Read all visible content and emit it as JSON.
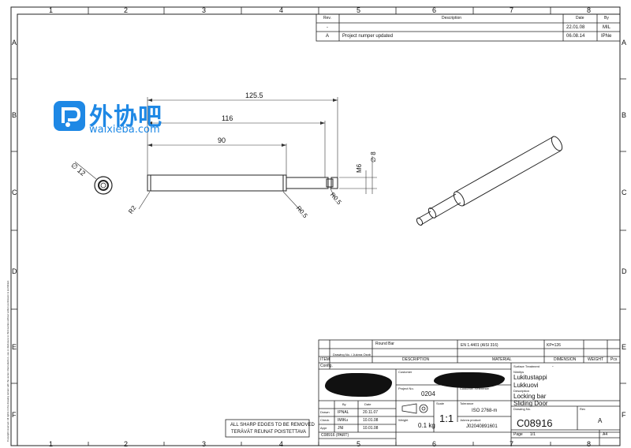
{
  "zones": {
    "cols": [
      "1",
      "2",
      "3",
      "4",
      "5",
      "6",
      "7",
      "8"
    ],
    "rows": [
      "A",
      "B",
      "C",
      "D",
      "E",
      "F"
    ]
  },
  "revisions": {
    "headers": {
      "rev": "Rev.",
      "description": "Description",
      "date": "Date",
      "by": "By"
    },
    "rows": [
      {
        "rev": "-",
        "description": "",
        "date": "22.01.08",
        "by": "MIL"
      },
      {
        "rev": "A",
        "description": "Project numper updated",
        "date": "06.08.14",
        "by": "IPNe"
      }
    ]
  },
  "dimensions": {
    "d1": "125.5",
    "d2": "116",
    "d3": "90",
    "dia": "∅ 12",
    "m6": "M6",
    "tol": "∅ 8",
    "r2": "R2",
    "r05a": "R0.5",
    "r05b": "R0.5"
  },
  "watermark": {
    "title": "外协吧",
    "sub": "waixieba.com"
  },
  "edges_note": {
    "line1": "ALL SHARP EDGES TO BE REMOVED",
    "line2": "TERÄVÄT REUNAT POISTETTAVA"
  },
  "bom": {
    "part_name": "Round Bar",
    "material_spec": "EN 1.4401 (AISI 316)",
    "dimension_code": "KP=126",
    "item_label": "ITEM",
    "drawing_no_label": "Drawing No. / Juknra Osnb",
    "description_label": "DESCRIPTION",
    "material_label": "MATERIAL",
    "dimension_label": "DIMENSION",
    "weight_label": "WEIGHT",
    "pcs_label": "Pcs",
    "config_label": "Config."
  },
  "title_block": {
    "customer_label": "Customer",
    "project_no_label": "Project No.",
    "project_no": "0204",
    "customer_ref_label": "Customer Reference",
    "surface_label": "Surface Treatment",
    "surface_value": "-",
    "name_label": "Nimitys",
    "name_fi_1": "Lukitustappi",
    "name_fi_2": "Lukkuovi",
    "desc_label": "Description",
    "name_en_1": "Locking bar",
    "name_en_2": "Sliding Door",
    "scale_label": "Scale",
    "scale": "1:1",
    "tolerance_label": "Tolerance",
    "tolerance": "ISO 2768-m",
    "weight_label": "Weight",
    "weight": "0.1 kg",
    "drawing_no_label": "Drawing No.",
    "drawing_no": "C08916",
    "rev_label": "Rev",
    "rev": "A",
    "juk_label": "Juknra product",
    "juk_no": "J02040891601",
    "page_label": "Page",
    "page": "1/1",
    "size": "A4",
    "part_ref": "C08916 (PART)",
    "sign_headers": [
      "",
      "By",
      "Date"
    ],
    "sign_rows": [
      {
        "role": "Drawn",
        "by": "IPNAL",
        "date": "20.11.07"
      },
      {
        "role": "Check",
        "by": "IMIKu",
        "date": "10.01.08"
      },
      {
        "role": "Appr",
        "by": "JNI",
        "date": "10.01.08"
      }
    ]
  },
  "side_note": "Copyright reserved. All rights in the drawing remain with the owner. Reproduction, use or disclosure to third parties without written permission is prohibited."
}
